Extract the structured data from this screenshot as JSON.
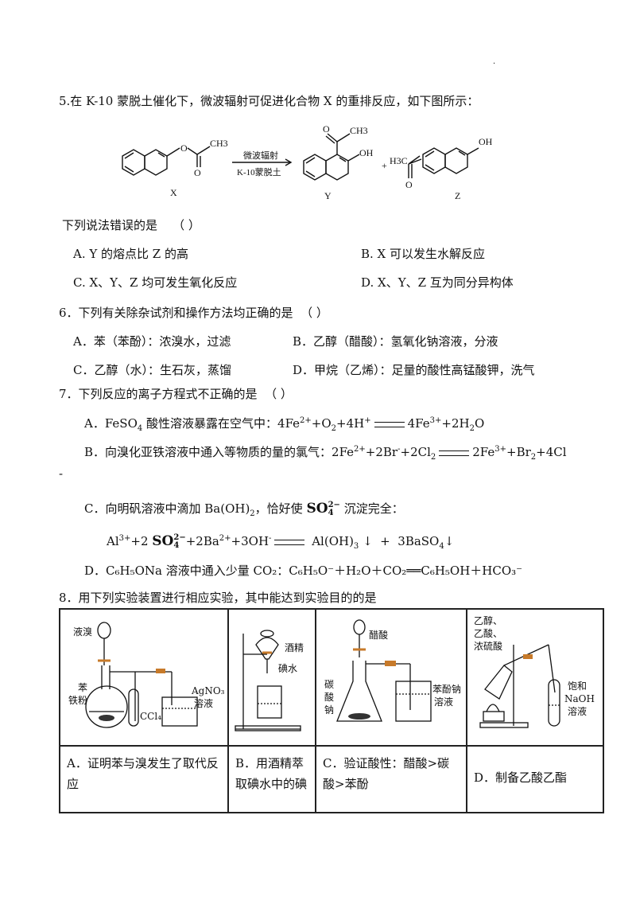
{
  "q5": {
    "stem": "5.在 K-10 蒙脱土催化下，微波辐射可促进化合物 X 的重排反应，如下图所示：",
    "scheme": {
      "cond_top": "微波辐射",
      "cond_bottom": "K-10蒙脱土",
      "label_x": "X",
      "label_y": "Y",
      "label_z": "Z",
      "ch3": "CH3",
      "oh": "OH",
      "h3c": "H3C",
      "plus": "+"
    },
    "prompt": "下列说法错误的是",
    "paren": "（      ）",
    "options": {
      "a": "A. Y 的熔点比 Z 的高",
      "b": "B. X 可以发生水解反应",
      "c": "C. X、Y、Z 均可发生氧化反应",
      "d": "D. X、Y、Z 互为同分异构体"
    }
  },
  "q6": {
    "stem": "6．下列有关除杂试剂和操作方法均正确的是",
    "paren": "（      ）",
    "options": {
      "a": "A．苯（苯酚）：浓溴水，过滤",
      "b": "B．乙醇（醋酸）：氢氧化钠溶液，分液",
      "c": "C．乙醇（水）：生石灰，蒸馏",
      "d": "D．甲烷（乙烯）：足量的酸性高锰酸钾，洗气"
    }
  },
  "q7": {
    "stem": "7．下列反应的离子方程式不正确的是",
    "paren": "（      ）",
    "a_prefix": "A．FeSO",
    "a_text": " 酸性溶液暴露在空气中：",
    "b_text": "B．向溴化亚铁溶液中通入等物质的量的氯气：",
    "b_tail": "-",
    "c_text": "C．向明矾溶液中滴加 Ba(OH)",
    "c_text2": "，恰好使",
    "c_text3": "沉淀完全：",
    "d_text": "D．C₆H₅ONa 溶液中通入少量 CO₂：C₆H₅O⁻＋H₂O＋CO₂══C₆H₅OH＋HCO₃⁻"
  },
  "q8": {
    "stem": "8．用下列实验装置进行相应实验，其中能达到实验目的的是",
    "captions": {
      "a": "A．证明苯与溴发生了取代反应",
      "b": "B．用酒精萃取碘水中的碘",
      "c": "C．验证酸性：醋酸>碳酸>苯酚",
      "d": "D．制备乙酸乙酯"
    },
    "labels": {
      "a_liquid_br": "液溴",
      "a_benzene": "苯",
      "a_iron": "铁粉",
      "a_ccl4": "CCl₄",
      "a_agno3": "AgNO₃",
      "a_soln": "溶液",
      "b_alcohol": "酒精",
      "b_iodine": "碘水",
      "c_acetic": "醋酸",
      "c_na2co3_1": "碳",
      "c_na2co3_2": "酸",
      "c_na2co3_3": "钠",
      "c_phenolate_1": "苯酚钠",
      "c_phenolate_2": "溶液",
      "d_reag_1": "乙醇、",
      "d_reag_2": "乙酸、",
      "d_reag_3": "浓硫酸",
      "d_sat_1": "饱和",
      "d_sat_2": "NaOH",
      "d_sat_3": "溶液"
    }
  }
}
